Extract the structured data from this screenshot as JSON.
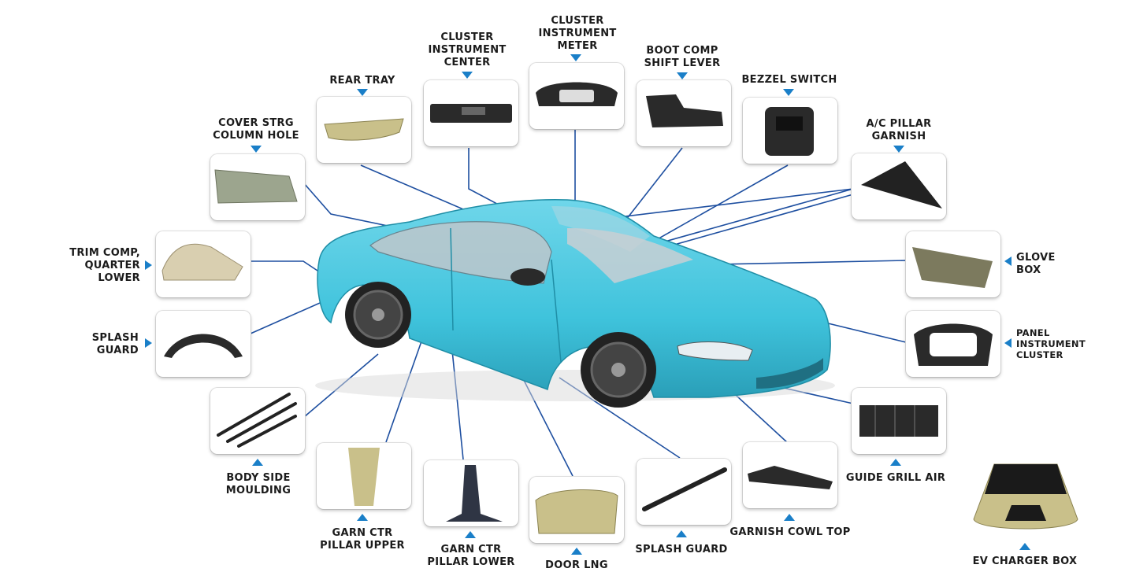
{
  "parts": [
    {
      "id": "rear-tray",
      "lines": [
        "REAR TRAY"
      ]
    },
    {
      "id": "cluster-instrument-center",
      "lines": [
        "CLUSTER",
        "INSTRUMENT",
        "CENTER"
      ]
    },
    {
      "id": "cluster-instrument-meter",
      "lines": [
        "CLUSTER",
        "INSTRUMENT",
        "METER"
      ]
    },
    {
      "id": "boot-comp-shift-lever",
      "lines": [
        "BOOT COMP",
        "SHIFT LEVER"
      ]
    },
    {
      "id": "bezzel-switch",
      "lines": [
        "BEZZEL SWITCH"
      ]
    },
    {
      "id": "cover-strg-column-hole",
      "lines": [
        "COVER STRG",
        "COLUMN HOLE"
      ]
    },
    {
      "id": "ac-pillar-garnish",
      "lines": [
        "A/C PILLAR",
        "GARNISH"
      ]
    },
    {
      "id": "trim-comp-quarter-lower",
      "lines": [
        "TRIM COMP,",
        "QUARTER",
        "LOWER"
      ]
    },
    {
      "id": "glove-box",
      "lines": [
        "GLOVE",
        "BOX"
      ]
    },
    {
      "id": "splash-guard-left",
      "lines": [
        "SPLASH",
        "GUARD"
      ]
    },
    {
      "id": "panel-instrument-cluster",
      "lines": [
        "PANEL",
        "INSTRUMENT",
        "CLUSTER"
      ]
    },
    {
      "id": "body-side-moulding",
      "lines": [
        "BODY SIDE",
        "MOULDING"
      ]
    },
    {
      "id": "guide-grill-air",
      "lines": [
        "GUIDE GRILL AIR"
      ]
    },
    {
      "id": "garn-ctr-pillar-upper",
      "lines": [
        "GARN CTR",
        "PILLAR UPPER"
      ]
    },
    {
      "id": "garn-ctr-pillar-lower",
      "lines": [
        "GARN CTR",
        "PILLAR LOWER"
      ]
    },
    {
      "id": "door-lng",
      "lines": [
        "DOOR LNG"
      ]
    },
    {
      "id": "splash-guard-bottom",
      "lines": [
        "SPLASH GUARD"
      ]
    },
    {
      "id": "garnish-cowl-top",
      "lines": [
        "GARNISH COWL TOP"
      ]
    },
    {
      "id": "ev-charger-box",
      "lines": [
        "EV CHARGER BOX"
      ]
    }
  ],
  "colors": {
    "accent": "#1a7fc8",
    "leader": "#1e4fa0",
    "car_body": "#3fc3dc",
    "text": "#1b1b1b"
  }
}
